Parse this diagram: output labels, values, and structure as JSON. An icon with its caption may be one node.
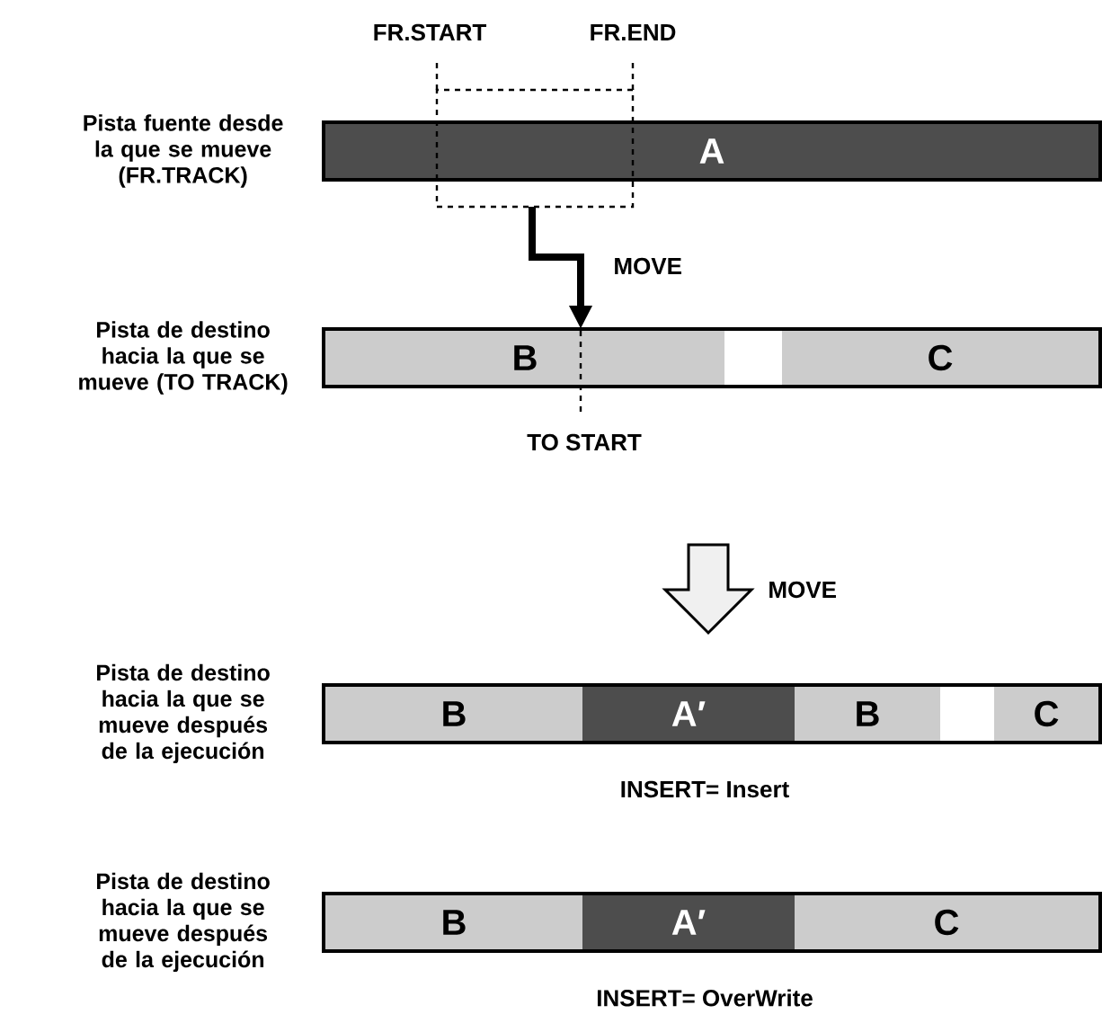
{
  "diagram": {
    "nodes": [
      {
        "text": [
          "A"
        ],
        "beside": [
          "Pista fuente desde la que se mueve (FR.TRACK)"
        ]
      },
      {
        "text": [],
        "shape": "box"
      },
      {
        "text": [],
        "shape": "bar",
        "beside": [
          "Pista de destino hacia la que se mueve (TO TRACK)"
        ]
      },
      {
        "text": [
          "B"
        ],
        "in": 2
      },
      {
        "text": [
          "C"
        ],
        "in": 2
      },
      {
        "text": [],
        "shape": "bar",
        "beside": [
          "Pista de destino hacia la que se mueve después de la ejecución"
        ]
      },
      {
        "text": [
          "B"
        ],
        "in": 5
      },
      {
        "text": [
          "A′"
        ],
        "in": 5
      },
      {
        "text": [
          "B"
        ],
        "in": 5
      },
      {
        "text": [
          "C"
        ],
        "in": 5
      },
      {
        "text": [],
        "shape": "bar",
        "beside": [
          "Pista de destino hacia la que se mueve después de la ejecución"
        ]
      },
      {
        "text": [
          "B"
        ],
        "in": 10
      },
      {
        "text": [
          "A′"
        ],
        "in": 10
      },
      {
        "text": [
          "C"
        ],
        "in": 10
      }
    ],
    "edges": [
      {
        "from": 1,
        "to": 3,
        "arrow": "to",
        "label": "MOVE"
      }
    ],
    "labels": [
      "FR.START",
      "FR.END",
      "TO START",
      "MOVE",
      "INSERT= Insert",
      "INSERT= OverWrite"
    ]
  }
}
